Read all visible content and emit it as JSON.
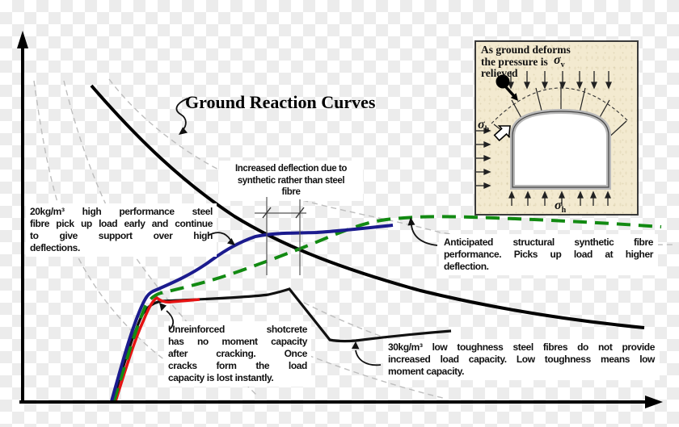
{
  "figure": {
    "title": "Ground Reaction Curves",
    "background": {
      "checker_light": "#ffffff",
      "checker_dark": "#ececec"
    }
  },
  "annotations": {
    "steel20": {
      "lines": [
        "20kg/m³ high performance steel",
        "fibre pick up load early and continue",
        "to give support over high",
        "deflections."
      ]
    },
    "increased": {
      "lines": [
        "Increased deflection due to",
        "synthetic rather than steel",
        "fibre"
      ]
    },
    "anticipated": {
      "lines": [
        "Anticipated structural synthetic fibre",
        "performance. Picks up load at higher",
        "deflection."
      ]
    },
    "unreinforced": {
      "lines": [
        "Unreinforced shotcrete",
        "has no moment capacity",
        "after cracking. Once",
        "cracks form the load",
        "capacity is lost instantly."
      ]
    },
    "steel30": {
      "lines": [
        "30kg/m³ low toughness steel fibres do not provide",
        "increased load capacity. Low toughness means low",
        "moment capacity."
      ]
    }
  },
  "inset": {
    "caption_lines": [
      "As ground deforms",
      "the pressure is",
      "relieved"
    ],
    "sigma": "σ",
    "sub_v": "v",
    "sub_h": "h"
  },
  "curves": {
    "ground_reaction": {
      "name": "ground reaction curve",
      "color": "#000000"
    },
    "ground_reaction_family": {
      "name": "ground reaction curves (family, dashed)",
      "color": "#bdbdbd"
    },
    "steel20": {
      "name": "20kg/m³ high performance steel fibre",
      "color": "#1b1b8e"
    },
    "synthetic": {
      "name": "anticipated structural synthetic fibre",
      "color": "#128a12"
    },
    "unreinforced": {
      "name": "unreinforced shotcrete",
      "color": "#e51212"
    },
    "steel30": {
      "name": "30kg/m³ low toughness steel fibre",
      "color": "#111111"
    },
    "axes_color": "#000000"
  }
}
